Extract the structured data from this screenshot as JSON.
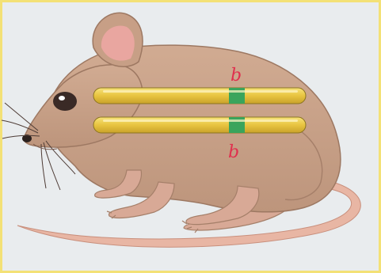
{
  "diagram": {
    "subject": "mouse",
    "chromosomes": [
      {
        "gene_label": "b",
        "band_color": "#3aa45c",
        "arm_color": "#e9c94a"
      },
      {
        "gene_label": "b",
        "band_color": "#3aa45c",
        "arm_color": "#e9c94a"
      }
    ],
    "colors": {
      "fur": "#c79f86",
      "fur_shadow": "#a57f69",
      "ear_inner": "#e9a6a0",
      "tail": "#e8b6a4",
      "label": "#e0304e",
      "background": "#e9ecee",
      "border": "#f3e176"
    }
  }
}
